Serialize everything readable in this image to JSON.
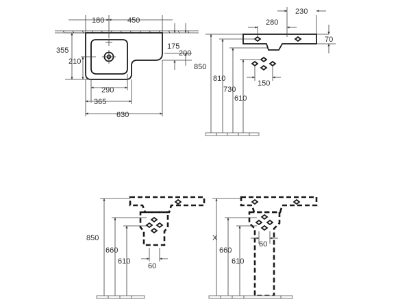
{
  "top_view": {
    "dim_180": "180",
    "dim_450": "450",
    "dim_355": "355",
    "dim_210": "210",
    "dim_175": "175",
    "dim_200": "200",
    "dim_290": "290",
    "dim_365": "365",
    "dim_630": "630"
  },
  "front_view": {
    "dim_230": "230",
    "dim_280": "280",
    "dim_70": "70",
    "dim_850": "850",
    "dim_810": "810",
    "dim_730": "730",
    "dim_610": "610",
    "dim_150": "150"
  },
  "half_pedestal_view": {
    "dim_850": "850",
    "dim_660": "660",
    "dim_610": "610",
    "dim_60": "60"
  },
  "full_pedestal_view": {
    "dim_x": "X",
    "dim_660": "660",
    "dim_610": "610",
    "dim_60": "60"
  },
  "colors": {
    "line": "#1a1a1a",
    "dim": "#3a3a3a",
    "background": "#ffffff"
  }
}
